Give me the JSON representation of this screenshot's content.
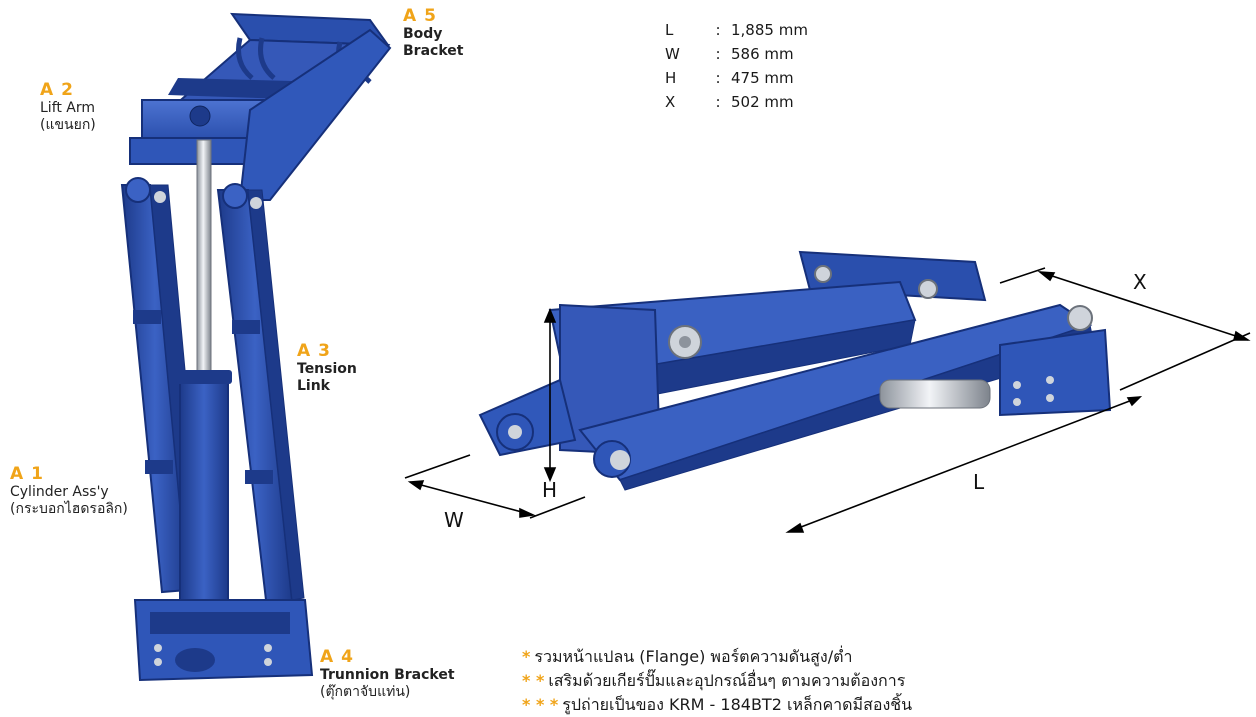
{
  "parts": [
    {
      "code": "A 5",
      "name": "Body Bracket",
      "lines": [
        "Body",
        "Bracket"
      ],
      "sub": ""
    },
    {
      "code": "A 2",
      "name": "Lift Arm",
      "lines": [
        "Lift Arm"
      ],
      "sub": "(แขนยก)"
    },
    {
      "code": "A 3",
      "name": "Tension Link",
      "lines": [
        "Tension",
        "Link"
      ],
      "sub": ""
    },
    {
      "code": "A 1",
      "name": "Cylinder Ass'y",
      "lines": [
        "Cylinder Ass'y"
      ],
      "sub": "(กระบอกไฮดรอลิก)"
    },
    {
      "code": "A 4",
      "name": "Trunnion Bracket",
      "lines": [
        "Trunnion Bracket"
      ],
      "sub": "(ตุ๊กตาจับแท่น)"
    }
  ],
  "specs": [
    {
      "key": "L",
      "value": "1,885 mm"
    },
    {
      "key": "W",
      "value": "586 mm"
    },
    {
      "key": "H",
      "value": "475 mm"
    },
    {
      "key": "X",
      "value": "502 mm"
    }
  ],
  "spec_separator": ":",
  "dimension_labels": {
    "x": "X",
    "l": "L",
    "w": "W",
    "h": "H"
  },
  "notes": [
    {
      "stars": "*",
      "text": "รวมหน้าแปลน (Flange) พอร์ตความดันสูง/ต่ำ"
    },
    {
      "stars": "* *",
      "text": "เสริมด้วยเกียร์ปั๊มและอุปกรณ์อื่นๆ ตามความต้องการ"
    },
    {
      "stars": "* * *",
      "text": "รูปถ่ายเป็นของ KRM - 184BT2 เหล็กคาดมีสองชิ้น"
    }
  ],
  "colors": {
    "accent": "#f0a419",
    "steel_blue": "#2f56b8",
    "steel_dark": "#1d3a8a",
    "steel_light": "#4d73d1",
    "chrome": "#c9ced6"
  }
}
